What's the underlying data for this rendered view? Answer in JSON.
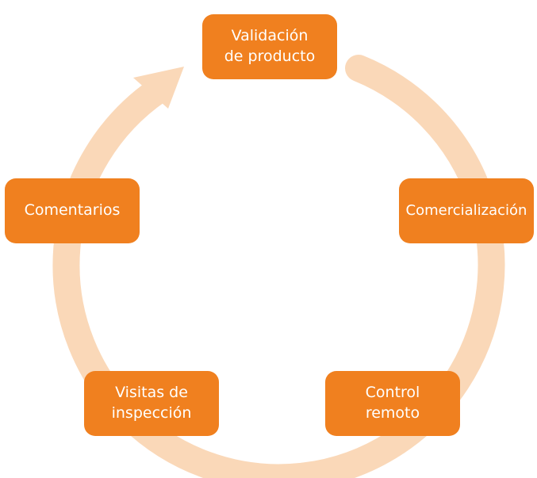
{
  "colors": {
    "node_fill": "#F0801F",
    "ring": "#FAD8B8",
    "background": "#FFFFFF"
  },
  "cycle": {
    "nodes": [
      {
        "id": "validacion",
        "label": "Validación\nde producto"
      },
      {
        "id": "comercializacion",
        "label": "Comercialización"
      },
      {
        "id": "control",
        "label": "Control\nremoto"
      },
      {
        "id": "visitas",
        "label": "Visitas de\ninspección"
      },
      {
        "id": "comentarios",
        "label": "Comentarios"
      }
    ],
    "flow_direction": "clockwise",
    "arrow_icon": "arrow-head-icon"
  }
}
